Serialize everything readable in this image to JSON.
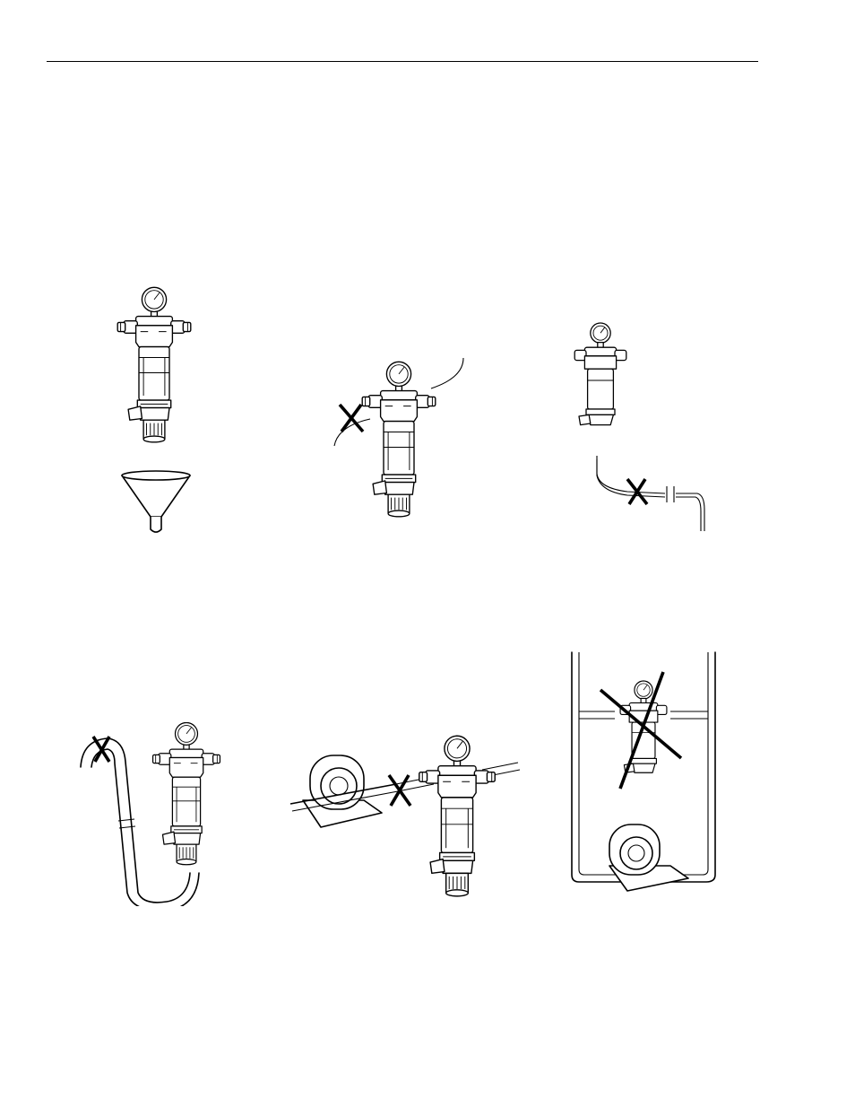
{
  "page": {
    "header_rule": true,
    "figures": [
      {
        "id": "fig-1",
        "description_icon": "filter-above-funnel-icon"
      },
      {
        "id": "fig-2",
        "description_icon": "filter-no-hose-inlet-icon"
      },
      {
        "id": "fig-3",
        "description_icon": "filter-no-drain-hose-icon"
      },
      {
        "id": "fig-4",
        "description_icon": "filter-no-u-bend-drain-icon"
      },
      {
        "id": "fig-5",
        "description_icon": "filter-no-pump-upstream-icon"
      },
      {
        "id": "fig-6",
        "description_icon": "filter-no-install-above-pump-icon"
      }
    ]
  }
}
